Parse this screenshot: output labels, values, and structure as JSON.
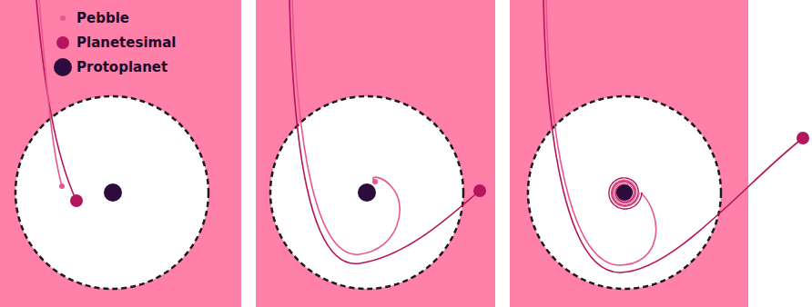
{
  "diagram": {
    "legend": [
      {
        "text": "Pebble",
        "color": "#e8588c"
      },
      {
        "text": "Planetesimal",
        "color": "#b5155c"
      },
      {
        "text": "Protoplanet",
        "color": "#2c0c3c"
      }
    ]
  }
}
